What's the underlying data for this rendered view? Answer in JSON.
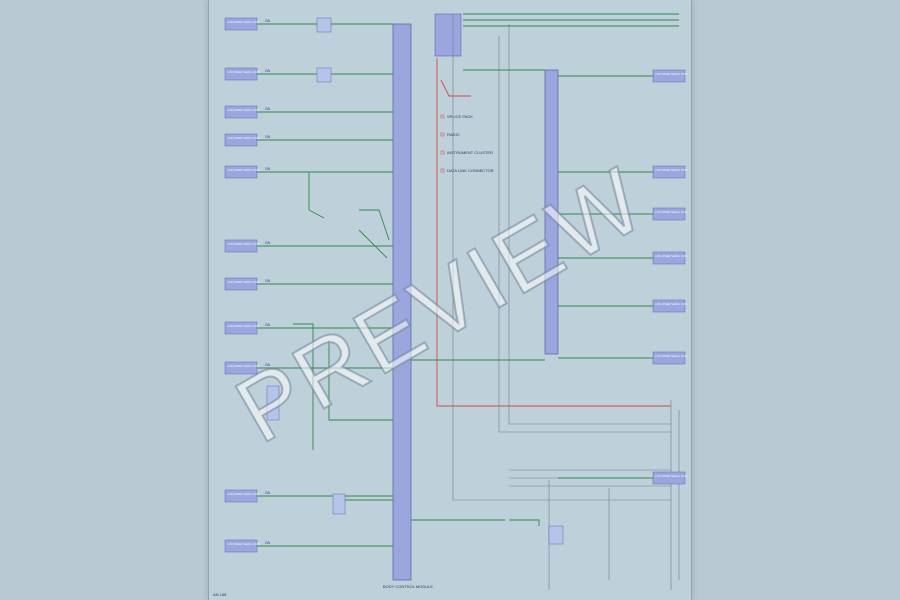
{
  "watermark": "PREVIEW",
  "footer": {
    "page_code": "AN 168"
  },
  "bus_label": "BODY CONTROL MODULE",
  "modules": [
    "LOW SPEED SERIAL DATA",
    "LOW SPEED SERIAL DATA",
    "LOW SPEED SERIAL DATA",
    "LOW SPEED SERIAL DATA",
    "LOW SPEED SERIAL DATA",
    "LOW SPEED SERIAL DATA",
    "LOW SPEED SERIAL DATA",
    "LOW SPEED SERIAL DATA",
    "LOW SPEED SERIAL DATA",
    "LOW SPEED SERIAL DATA",
    "LOW SPEED SERIAL DATA"
  ],
  "right_modules": [
    "LOW SPEED SERIAL DATA",
    "LOW SPEED SERIAL DATA",
    "LOW SPEED SERIAL DATA",
    "LOW SPEED SERIAL DATA",
    "LOW SPEED SERIAL DATA",
    "LOW SPEED SERIAL DATA",
    "LOW SPEED SERIAL DATA"
  ],
  "wire_code": "GN",
  "legend_notes": [
    "SPLICE PACK",
    "RADIO",
    "INSTRUMENT CLUSTER",
    "DATA LINK CONNECTOR"
  ]
}
